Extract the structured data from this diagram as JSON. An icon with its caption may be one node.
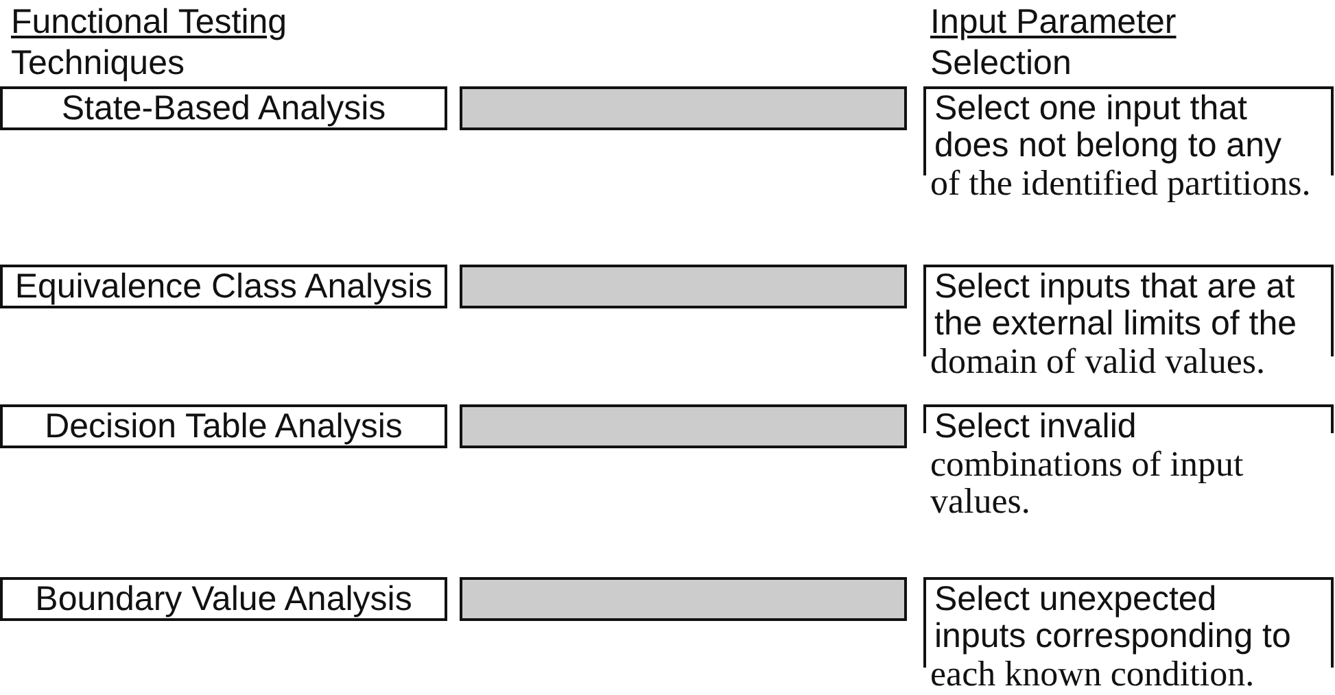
{
  "diagram": {
    "nodes": [
      {
        "text": [
          "State-Based Analysis"
        ]
      },
      {
        "text": [],
        "shape": "box"
      },
      {
        "text": [
          "Select one input that does not belong to any of the identified partitions."
        ]
      },
      {
        "text": [
          "Equivalence Class Analysis"
        ]
      },
      {
        "text": [],
        "shape": "box"
      },
      {
        "text": [
          "Select inputs that are at the external limits of the domain of valid values."
        ]
      },
      {
        "text": [
          "Decision Table Analysis"
        ]
      },
      {
        "text": [],
        "shape": "box"
      },
      {
        "text": [
          "Select invalid combinations of input values."
        ]
      },
      {
        "text": [
          "Boundary Value Analysis"
        ]
      },
      {
        "text": [],
        "shape": "box"
      },
      {
        "text": [
          "Select unexpected inputs corresponding to each known condition."
        ]
      }
    ],
    "labels": [
      "Functional Testing Techniques",
      "Input Parameter Selection"
    ]
  }
}
